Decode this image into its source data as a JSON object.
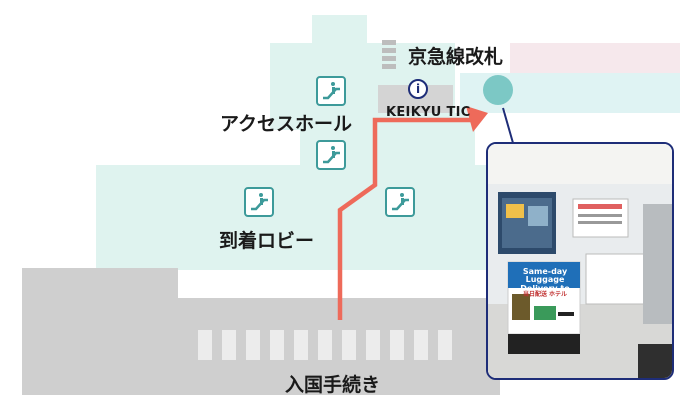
{
  "labels": {
    "keikyu_gates": "京急線改札",
    "access_hall": "アクセスホール",
    "arrival_lobby": "到着ロビー",
    "immigration": "入国手続き",
    "keikyu_tic": "KEIKYU TIC",
    "info_symbol": "i"
  },
  "photo": {
    "sign_title": "Same-day Luggage Delivery to Hotels",
    "sign_subtitle": "当日配送 ホテル"
  },
  "colors": {
    "floor_mint": "#dff3ef",
    "floor_gray": "#cfcfcf",
    "upper_pink": "#f6e8ec",
    "upper_cyan": "#dff3f3",
    "route": "#ee6a5a",
    "destination": "#7cc8c5",
    "accent_navy": "#1e2d78",
    "escalator": "#3d9a9a"
  },
  "icons": [
    "escalator-icon",
    "info-icon",
    "route-arrow",
    "destination-marker"
  ]
}
